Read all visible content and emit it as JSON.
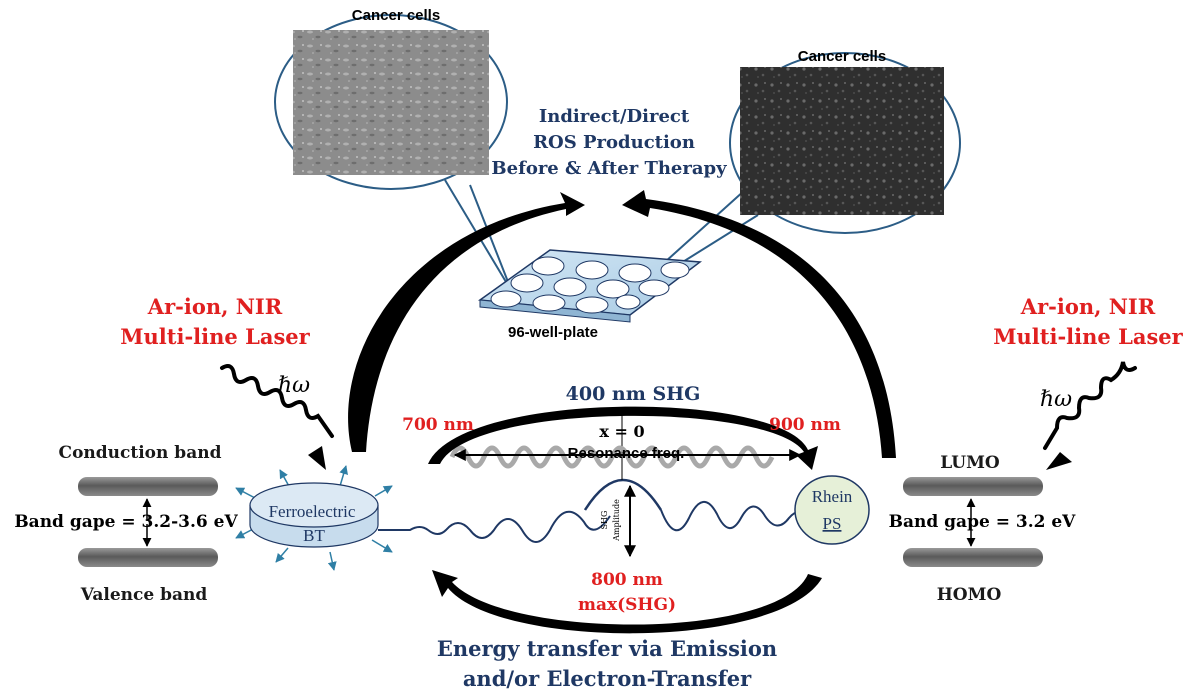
{
  "colors": {
    "red": "#e02020",
    "navy": "#1f3864",
    "black": "#000000",
    "bar_gray": "#6b6b6b",
    "bubble_stroke": "#2c5d86",
    "plate_fill": "#bcd9ee",
    "ps_fill": "#e6f0d8",
    "arrow_blue": "#2f7fa5"
  },
  "images": {
    "left_cells_label": "Cancer cells",
    "right_cells_label": "Cancer cells",
    "plate_label": "96-well-plate"
  },
  "ros": {
    "line1": "Indirect/Direct",
    "line2": "ROS Production",
    "line3": "Before & After Therapy"
  },
  "left_laser": {
    "line1": "Ar-ion, NIR",
    "line2": "Multi-line Laser",
    "photon": "ℏω"
  },
  "right_laser": {
    "line1": "Ar-ion, NIR",
    "line2": "Multi-line Laser",
    "photon": "ℏω"
  },
  "left_bands": {
    "conduction": "Conduction band",
    "gap": "Band gape = 3.2-3.6 eV",
    "valence": "Valence band"
  },
  "right_bands": {
    "lumo": "LUMO",
    "gap": "Band gape = 3.2 eV",
    "homo": "HOMO"
  },
  "ferroelectric": {
    "line1": "Ferroelectric",
    "line2": "BT"
  },
  "ps": {
    "line1": "Rhein",
    "line2": "PS"
  },
  "shg": {
    "title": "400 nm SHG",
    "left_wl": "700 nm",
    "right_wl": "900 nm",
    "x0": "x = 0",
    "resonance": "Resonance freq.",
    "amplitude_line1": "SHG",
    "amplitude_line2": "Amplitude",
    "center_wl": "800 nm",
    "max": "max(SHG)"
  },
  "energy": {
    "line1": "Energy transfer via Emission",
    "line2": "and/or Electron-Transfer"
  }
}
